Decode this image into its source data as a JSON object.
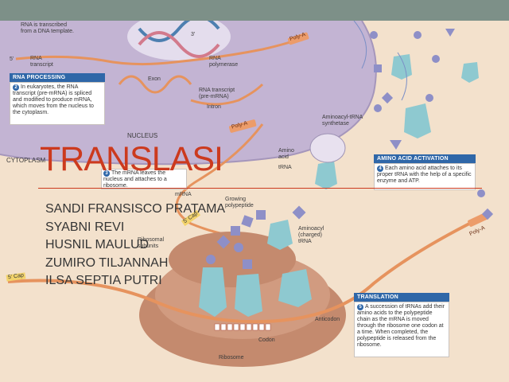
{
  "slide": {
    "title": "TRANSLASI",
    "authors": [
      "SANDI FRANSISCO PRATAMA",
      "SYABNI REVI",
      "HUSNIL MAULUD",
      "ZUMIRO TILJANNAH",
      "ILSA SEPTIA PUTRI"
    ]
  },
  "diagram": {
    "transcribed_text": "RNA is transcribed\nfrom a DNA template.",
    "rna_transcript": "RNA\ntranscript",
    "rna_polymerase": "RNA\npolymerase",
    "exon": "Exon",
    "rna_transcript_pre": "RNA transcript\n(pre-mRNA)",
    "intron": "Intron",
    "nucleus": "NUCLEUS",
    "cytoplasm": "CYTOPLASM",
    "poly_a": "Poly-A",
    "five_prime": "5'",
    "three_prime": "3'",
    "rna_processing": {
      "heading": "RNA PROCESSING",
      "step": "2",
      "text": "In eukaryotes, the RNA transcript (pre-mRNA) is spliced and modified to produce mRNA, which moves from the nucleus to the cytoplasm."
    },
    "mrna_leaves": {
      "step": "3",
      "text": "The mRNA leaves the nucleus and attaches to a ribosome."
    },
    "aminoacyl_trna_synthetase": "Aminoacyl-tRNA\nsynthetase",
    "amino_acid": "Amino\nacid",
    "trna": "tRNA",
    "amino_acid_activation": {
      "heading": "AMINO ACID ACTIVATION",
      "step": "4",
      "text": "Each amino acid attaches to its proper tRNA with the help of a specific enzyme and ATP."
    },
    "mrna": "mRNA",
    "growing_polypeptide": "Growing\npolypeptide",
    "five_cap": "5' Cap",
    "ribosomal_subunits": "Ribosomal\nsubunits",
    "aminoacyl_charged_trna": "Aminoacyl\n(charged)\ntRNA",
    "anticodon": "Anticodon",
    "codon": "Codon",
    "ribosome": "Ribosome",
    "translation": {
      "heading": "TRANSLATION",
      "step": "5",
      "text": "A succession of tRNAs add their amino acids to the polypeptide chain as the mRNA is moved through the ribosome one codon at a time. When completed, the polypeptide is released from the ribosome."
    },
    "colors": {
      "nucleus": "#b9a9c9",
      "cytoplasm": "#f1dcc4",
      "ribosome": "#c48a6e",
      "mrna": "#e6935e",
      "trna": "#8ec9d0",
      "box_head": "#2f67a8",
      "title": "#cc3a1e",
      "topbar": "#7d9088"
    }
  }
}
